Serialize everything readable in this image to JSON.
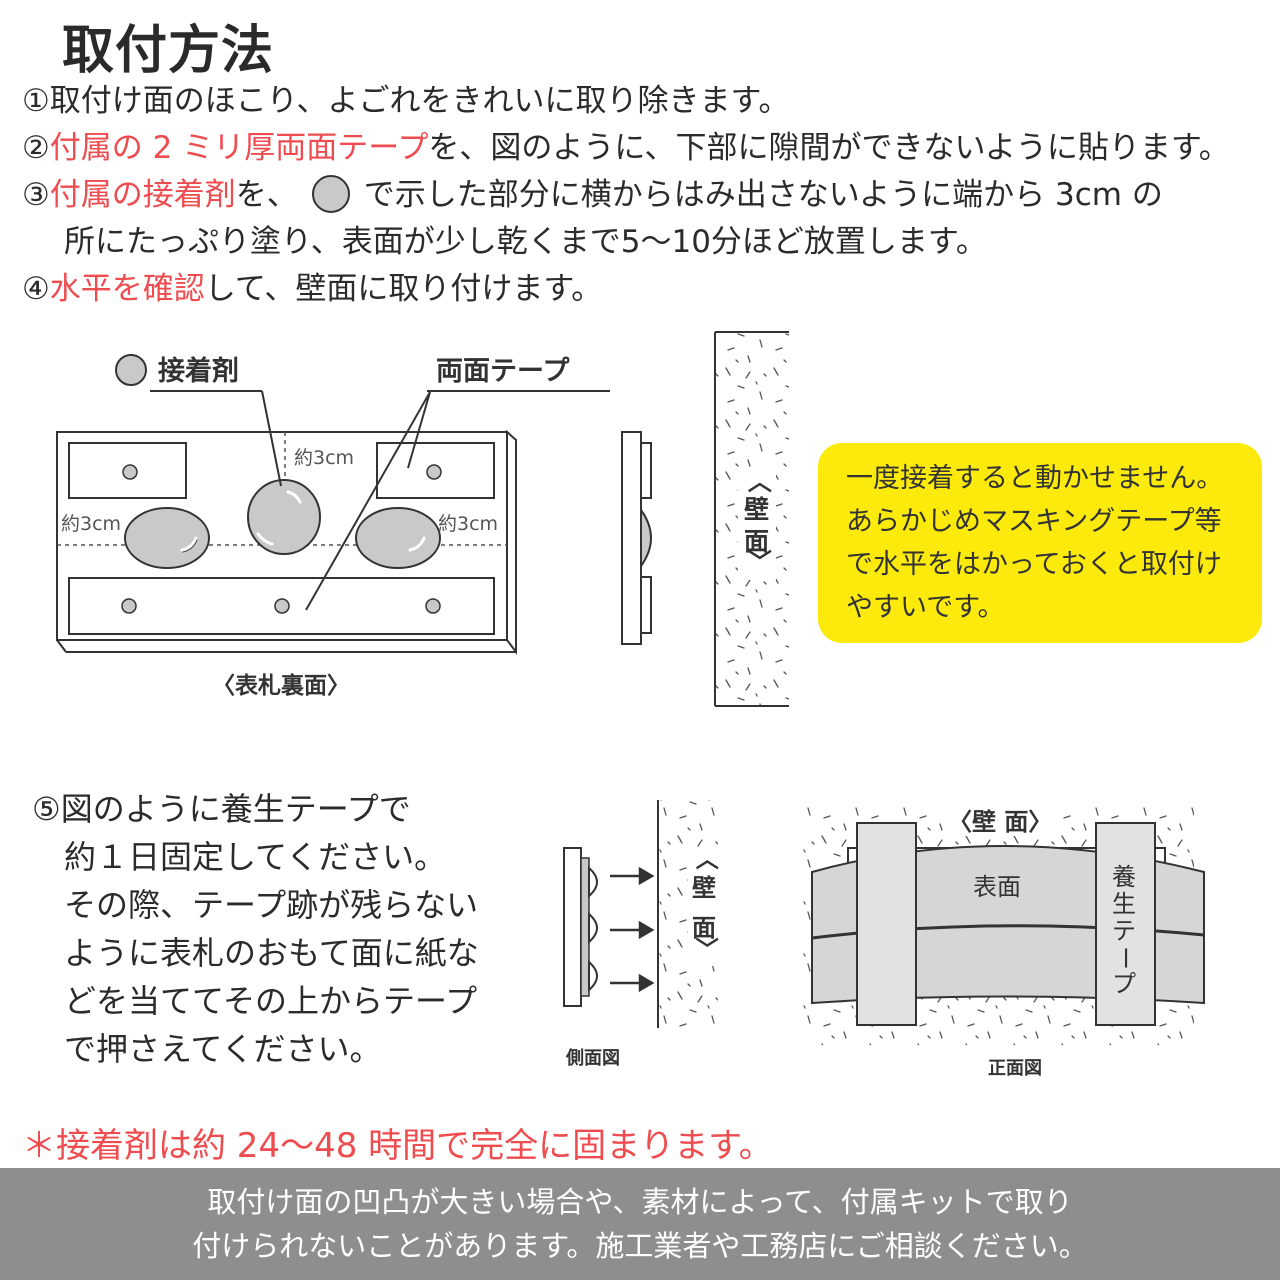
{
  "title": "取付方法",
  "steps": {
    "s1": "①取付け面のほこり、よごれをきれいに取り除きます。",
    "s2_num": "②",
    "s2_red": "付属の 2 ミリ厚両面テープ",
    "s2_rest": "を、図のように、下部に隙間ができないように貼ります。",
    "s3_num": "③",
    "s3_red": "付属の接着剤",
    "s3_a": "を、",
    "s3_b": "で示した部分に横からはみ出さないように端から 3cm の",
    "s3_line2": "所にたっぷり塗り、表面が少し乾くまで5～10分ほど放置します。",
    "s4_num": "④",
    "s4_red": "水平を確認",
    "s4_rest": "して、壁面に取り付けます。"
  },
  "diagram1": {
    "legend_glue": "接着剤",
    "legend_tape": "両面テープ",
    "dim_top": "約3cm",
    "dim_left": "約3cm",
    "dim_right": "約3cm",
    "caption": "〈表札裏面〉",
    "wall": [
      "〈",
      "壁",
      "面",
      "〉"
    ]
  },
  "note": {
    "lines": [
      "一度接着すると動かせません。",
      "あらかじめマスキングテープ等",
      "で水平をはかっておくと取付け",
      "やすいです。"
    ]
  },
  "step5": {
    "lines": [
      "⑤図のように養生テープで",
      "約１日固定してください。",
      "その際、テープ跡が残らない",
      "ように表札のおもて面に紙な",
      "どを当ててその上からテープ",
      "で押さえてください。"
    ]
  },
  "side_view": {
    "wall": [
      "〈",
      "壁",
      "面",
      "〉"
    ],
    "caption": "側面図"
  },
  "front_view": {
    "wall_label": "〈壁 面〉",
    "surface_label": "表面",
    "tape_label": [
      "養",
      "生",
      "テ",
      "ー",
      "プ"
    ],
    "caption": "正面図"
  },
  "cure_note": "＊接着剤は約 24～48 時間で完全に固まります。",
  "footer": {
    "line1": "取付け面の凹凸が大きい場合や、素材によって、付属キットで取り",
    "line2": "付けられないことがあります。施工業者や工務店にご相談ください。"
  },
  "colors": {
    "accent_red": "#ef4c50",
    "note_yellow": "#fcea0c",
    "glue_gray": "#c9c9c9",
    "footer_gray": "#8e8e8e"
  }
}
